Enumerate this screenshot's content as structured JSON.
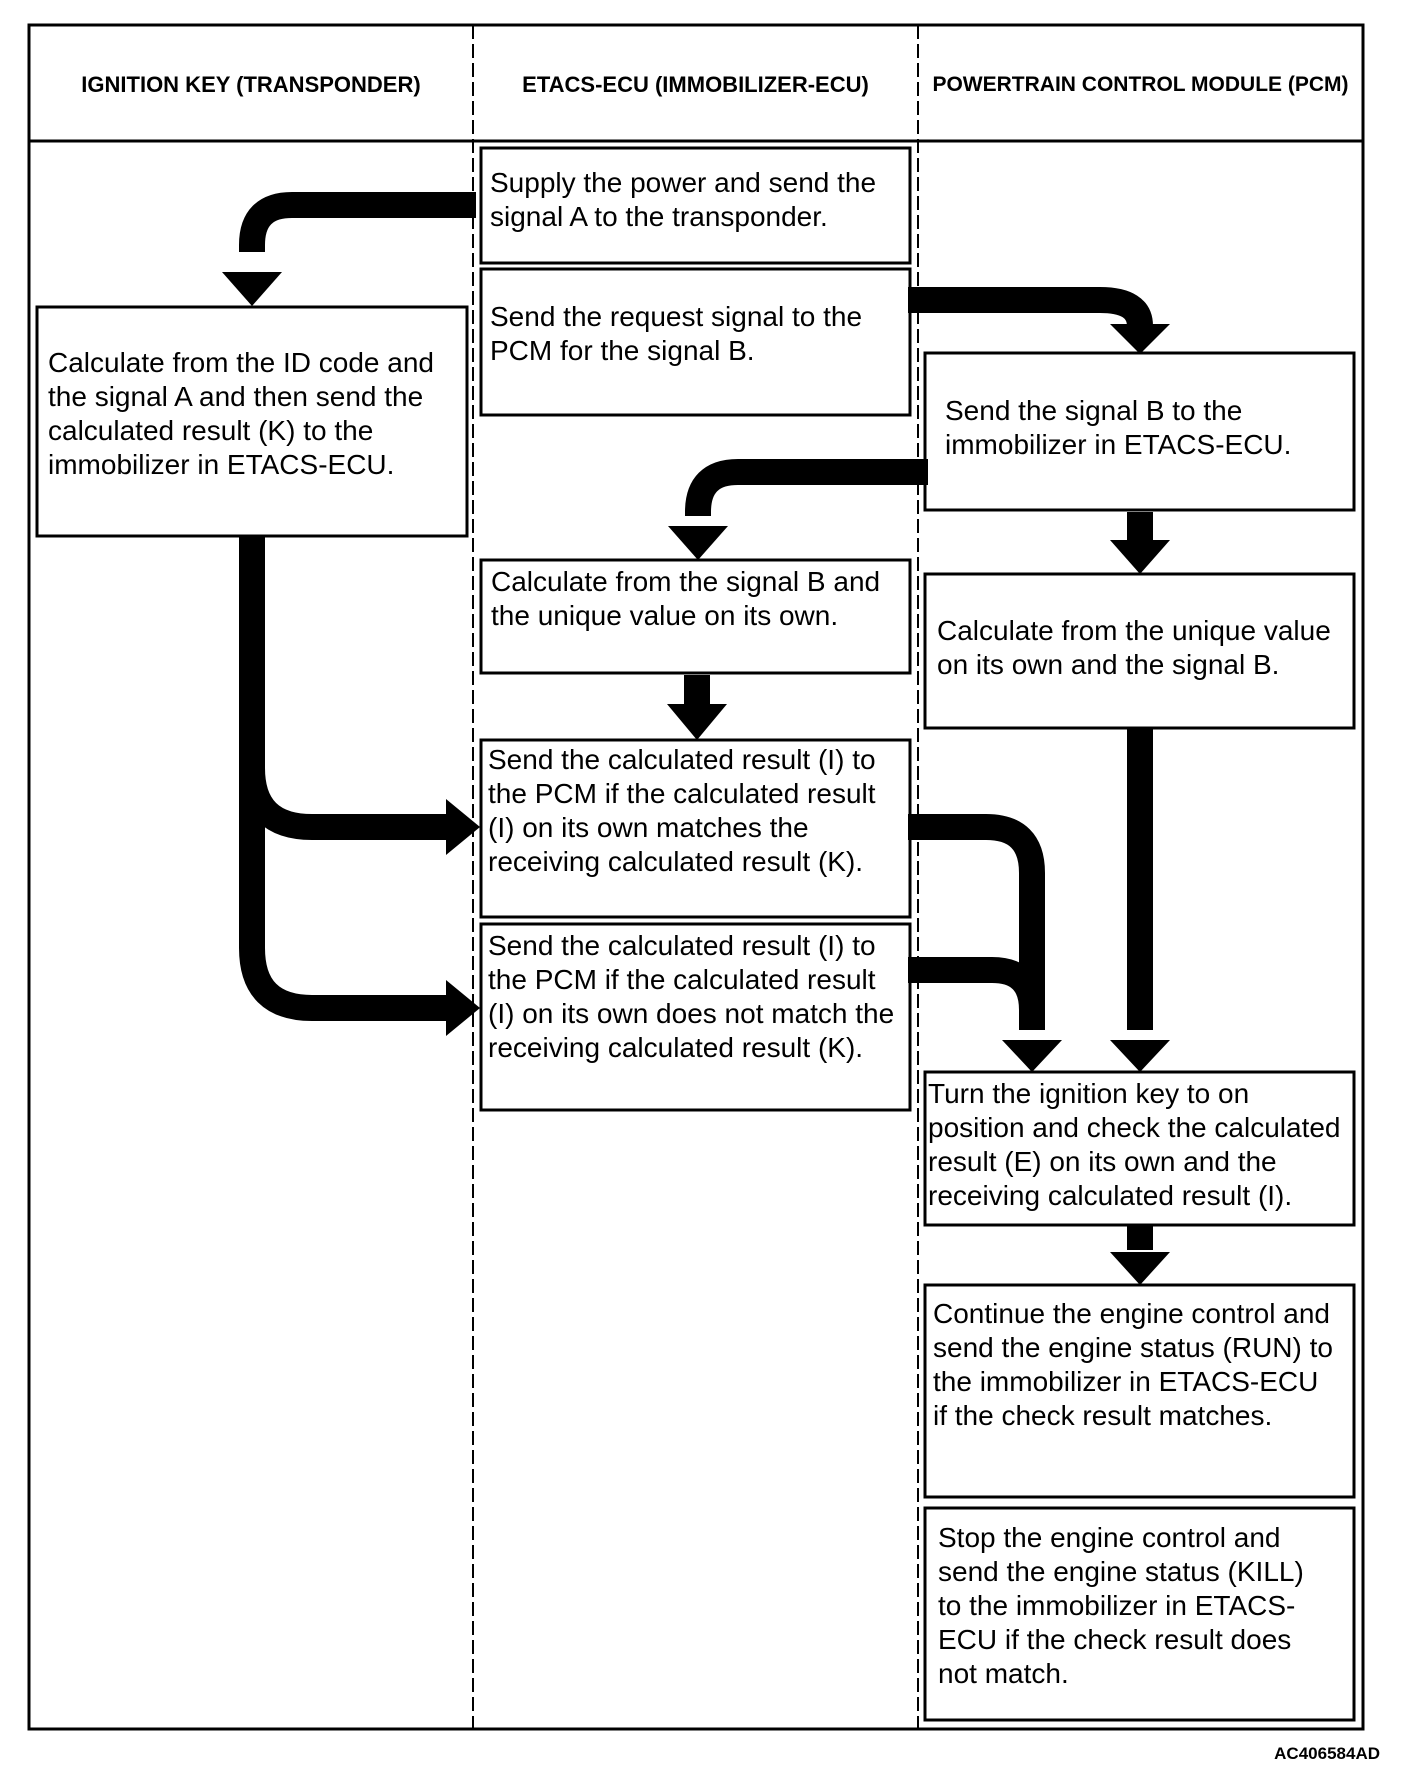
{
  "columns": [
    "IGNITION KEY (TRANSPONDER)",
    "ETACS-ECU (IMMOBILIZER-ECU)",
    "POWERTRAIN CONTROL MODULE (PCM)"
  ],
  "steps": {
    "ecu_supply_power": "Supply the power and send the\nsignal A to the transponder.",
    "ecu_request_signal_b": "Send the request signal to the\nPCM for the signal B.",
    "key_calculate": "Calculate from the ID code and\nthe signal A and then send the\ncalculated result (K) to the\nimmobilizer in ETACS-ECU.",
    "pcm_send_signal_b": "Send the signal B to the\nimmobilizer in ETACS-ECU.",
    "ecu_calculate": "Calculate from the signal B and\nthe unique value on its own.",
    "pcm_calculate": "Calculate from the unique value\non its own and the signal B.",
    "ecu_send_match": "Send the calculated result (I) to\nthe PCM if the calculated result\n(I) on its own matches the\nreceiving calculated result (K).",
    "ecu_send_nomatch": "Send the calculated result (I) to\nthe PCM if the calculated result\n(I) on its own does not match the\nreceiving calculated result (K).",
    "pcm_check": "Turn the ignition key to on\nposition and check the calculated\nresult (E) on its own and the\nreceiving calculated result (I).",
    "pcm_continue": "Continue the engine control and\nsend the engine status (RUN) to\nthe immobilizer in ETACS-ECU\nif the check result matches.",
    "pcm_stop": "Stop the engine control and\nsend the engine status (KILL)\nto the immobilizer in ETACS-\nECU if the check result does\nnot match."
  },
  "figure_code": "AC406584AD"
}
